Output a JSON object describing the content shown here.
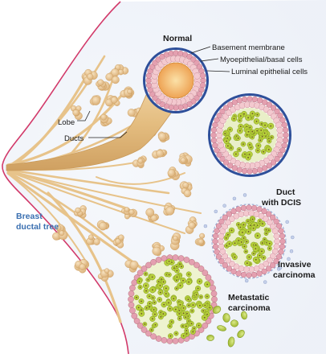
{
  "labels": {
    "normal": "Normal",
    "basement_membrane": "Basement membrane",
    "myoepithelial": "Myoepithelial/basal cells",
    "luminal": "Luminal epithelial cells",
    "lobe": "Lobe",
    "ducts": "Ducts",
    "breast_line1": "Breast",
    "breast_line2": "ductal tree",
    "dcis_line1": "Duct",
    "dcis_line2": "with DCIS",
    "invasive_line1": "Invasive",
    "invasive_line2": "carcinoma",
    "metastatic_line1": "Metastatic",
    "metastatic_line2": "carcinoma"
  },
  "colors": {
    "breast_outline": "#d23a6a",
    "tissue_shade": "#e6ecf6",
    "duct_tan": "#e7c38a",
    "lobule_tan": "#efcf9e",
    "membrane_blue": "#2e4f9a",
    "myoepithelial_pink": "#e4a0b0",
    "luminal_pink": "#f3c9cf",
    "lumen_orange": "#f0b66a",
    "tumor_green": "#b7cf3a",
    "tumor_dark_green": "#7f9a1f",
    "label_blue": "#3a6fb0"
  }
}
